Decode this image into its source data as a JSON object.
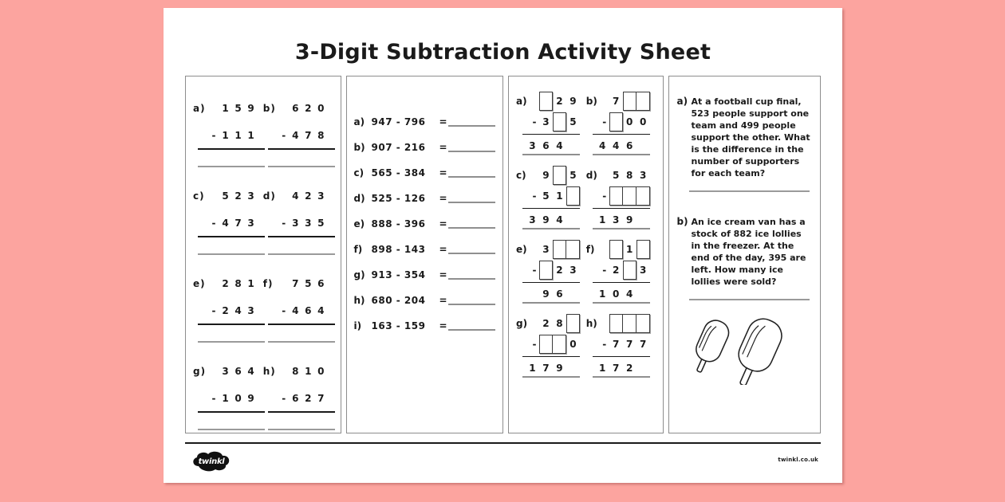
{
  "header": {
    "title": "3-Digit Subtraction Activity Sheet"
  },
  "footer": {
    "logo_text": "twinkl",
    "url": "twinkl.co.uk"
  },
  "colors": {
    "background": "#fca49f",
    "page": "#ffffff",
    "ink": "#1a1a1a",
    "rule_light": "#9a9a9a"
  },
  "column1": {
    "type": "vertical-subtraction",
    "items": [
      {
        "label": "a)",
        "minuend": [
          "1",
          "5",
          "9"
        ],
        "operator": "-",
        "subtrahend": [
          "1",
          "1",
          "1"
        ]
      },
      {
        "label": "b)",
        "minuend": [
          "6",
          "2",
          "0"
        ],
        "operator": "-",
        "subtrahend": [
          "4",
          "7",
          "8"
        ]
      },
      {
        "label": "c)",
        "minuend": [
          "5",
          "2",
          "3"
        ],
        "operator": "-",
        "subtrahend": [
          "4",
          "7",
          "3"
        ]
      },
      {
        "label": "d)",
        "minuend": [
          "4",
          "2",
          "3"
        ],
        "operator": "-",
        "subtrahend": [
          "3",
          "3",
          "5"
        ]
      },
      {
        "label": "e)",
        "minuend": [
          "2",
          "8",
          "1"
        ],
        "operator": "-",
        "subtrahend": [
          "2",
          "4",
          "3"
        ]
      },
      {
        "label": "f)",
        "minuend": [
          "7",
          "5",
          "6"
        ],
        "operator": "-",
        "subtrahend": [
          "4",
          "6",
          "4"
        ]
      },
      {
        "label": "g)",
        "minuend": [
          "3",
          "6",
          "4"
        ],
        "operator": "-",
        "subtrahend": [
          "1",
          "0",
          "9"
        ]
      },
      {
        "label": "h)",
        "minuend": [
          "8",
          "1",
          "0"
        ],
        "operator": "-",
        "subtrahend": [
          "6",
          "2",
          "7"
        ]
      }
    ]
  },
  "column2": {
    "type": "horizontal-subtraction",
    "items": [
      {
        "label": "a)",
        "expr": "947  -  796",
        "equals": "="
      },
      {
        "label": "b)",
        "expr": "907 -  216",
        "equals": "="
      },
      {
        "label": "c)",
        "expr": "565  - 384",
        "equals": "="
      },
      {
        "label": "d)",
        "expr": "525  - 126",
        "equals": "="
      },
      {
        "label": "e)",
        "expr": "888 - 396",
        "equals": "="
      },
      {
        "label": "f)",
        "expr": "898 - 143",
        "equals": "="
      },
      {
        "label": "g)",
        "expr": "913  - 354",
        "equals": "="
      },
      {
        "label": "h)",
        "expr": "680 - 204",
        "equals": "="
      },
      {
        "label": "i)",
        "expr": "163   - 159",
        "equals": "="
      }
    ]
  },
  "column3": {
    "type": "missing-digit-subtraction",
    "items": [
      {
        "label": "a)",
        "minuend": [
          "",
          "2",
          "9"
        ],
        "operator": "-",
        "subtrahend": [
          "3",
          "",
          "5"
        ],
        "answer": [
          "3",
          "6",
          "4"
        ]
      },
      {
        "label": "b)",
        "minuend": [
          "7",
          "",
          ""
        ],
        "operator": "-",
        "subtrahend": [
          "",
          "0",
          "0"
        ],
        "answer": [
          "4",
          "4",
          "6"
        ]
      },
      {
        "label": "c)",
        "minuend": [
          "9",
          "",
          "5"
        ],
        "operator": "-",
        "subtrahend": [
          "5",
          "1",
          ""
        ],
        "answer": [
          "3",
          "9",
          "4"
        ]
      },
      {
        "label": "d)",
        "minuend": [
          "5",
          "8",
          "3"
        ],
        "operator": "-",
        "subtrahend": [
          "",
          "",
          ""
        ],
        "answer": [
          "1",
          "3",
          "9"
        ]
      },
      {
        "label": "e)",
        "minuend": [
          "3",
          "",
          ""
        ],
        "operator": "-",
        "subtrahend": [
          "",
          "2",
          "3"
        ],
        "answer": [
          "",
          "9",
          "6"
        ]
      },
      {
        "label": "f)",
        "minuend": [
          "",
          "1",
          ""
        ],
        "operator": "-",
        "subtrahend": [
          "2",
          "",
          "3"
        ],
        "answer": [
          "1",
          "0",
          "4"
        ]
      },
      {
        "label": "g)",
        "minuend": [
          "2",
          "8",
          ""
        ],
        "operator": "-",
        "subtrahend": [
          "",
          "",
          "0"
        ],
        "answer": [
          "1",
          "7",
          "9"
        ]
      },
      {
        "label": "h)",
        "minuend": [
          "",
          "",
          ""
        ],
        "operator": "-",
        "subtrahend": [
          "7",
          "7",
          "7"
        ],
        "answer": [
          "1",
          "7",
          "2"
        ]
      }
    ]
  },
  "column4": {
    "type": "word-problems",
    "items": [
      {
        "label": "a)",
        "text": "At a football cup final, 523 people support one team and 499 people support the other. What is the difference in the number of supporters for each team?"
      },
      {
        "label": "b)",
        "text": "An ice cream van has a stock of 882 ice lollies in the freezer. At the end of the day, 395 are left. How many ice lollies were sold?"
      }
    ],
    "illustration": "ice-lollies"
  }
}
